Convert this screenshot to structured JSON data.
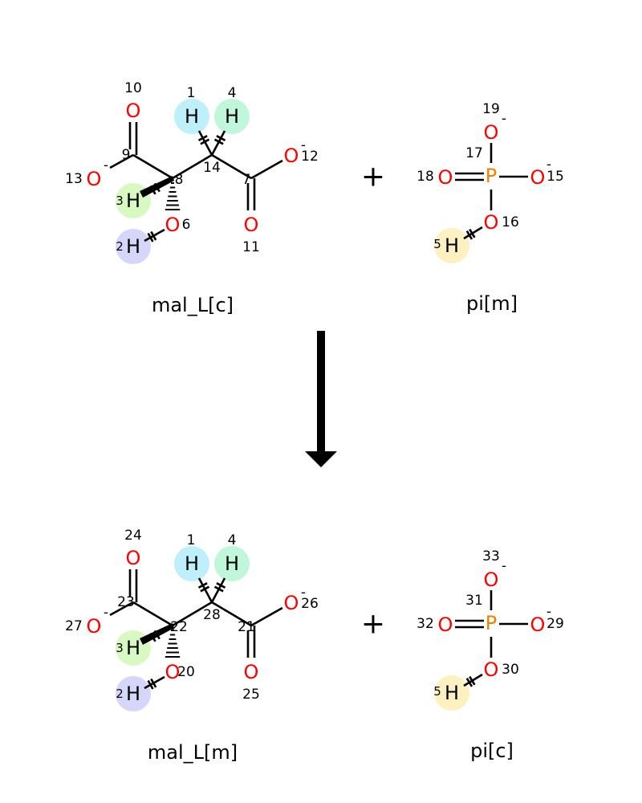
{
  "colors": {
    "oxygen": "#ff0000",
    "phosphorus": "#f08000",
    "hydrogen": "#000000",
    "h1": "#bdf0fb",
    "h4": "#c0f7db",
    "h3": "#d8f9c2",
    "h2": "#d6d6fb",
    "h5": "#fdf1c2"
  },
  "reactants": {
    "malate": {
      "name": "mal_L[c]",
      "atoms": {
        "O10": "O",
        "O13": "O",
        "O12": "O",
        "O11": "O",
        "O6": "O",
        "H1": "H",
        "H4": "H",
        "H3": "H",
        "H2": "H"
      },
      "indices": {
        "O10": "10",
        "C9": "9",
        "O13": "13",
        "C8": "8",
        "C14": "14",
        "H1": "1",
        "H4": "4",
        "C7": "7",
        "O12": "12",
        "O11": "11",
        "H3": "3",
        "O6": "6",
        "H2": "2"
      },
      "charges": {
        "O13": "-",
        "O12": "-"
      }
    },
    "phosphate": {
      "name": "pi[m]",
      "atoms": {
        "P": "P",
        "O19": "O",
        "O18": "O",
        "O15": "O",
        "O16": "O",
        "H5": "H"
      },
      "indices": {
        "P": "17",
        "O19": "19",
        "O18": "18",
        "O15": "15",
        "O16": "16",
        "H5": "5"
      },
      "charges": {
        "O19": "-",
        "O15": "-"
      }
    }
  },
  "products": {
    "malate": {
      "name": "mal_L[m]",
      "atoms": {
        "O10": "O",
        "O13": "O",
        "O12": "O",
        "O11": "O",
        "O6": "O",
        "H1": "H",
        "H4": "H",
        "H3": "H",
        "H2": "H"
      },
      "indices": {
        "O10": "24",
        "C9": "23",
        "O13": "27",
        "C8": "22",
        "C14": "28",
        "H1": "1",
        "H4": "4",
        "C7": "21",
        "O12": "26",
        "O11": "25",
        "H3": "3",
        "O6": "20",
        "H2": "2"
      },
      "charges": {
        "O13": "-",
        "O12": "-"
      }
    },
    "phosphate": {
      "name": "pi[c]",
      "atoms": {
        "P": "P",
        "O19": "O",
        "O18": "O",
        "O15": "O",
        "O16": "O",
        "H5": "H"
      },
      "indices": {
        "P": "31",
        "O19": "33",
        "O18": "32",
        "O15": "29",
        "O16": "30",
        "H5": "5"
      },
      "charges": {
        "O19": "-",
        "O15": "-"
      }
    }
  },
  "operators": {
    "plus": "+"
  }
}
